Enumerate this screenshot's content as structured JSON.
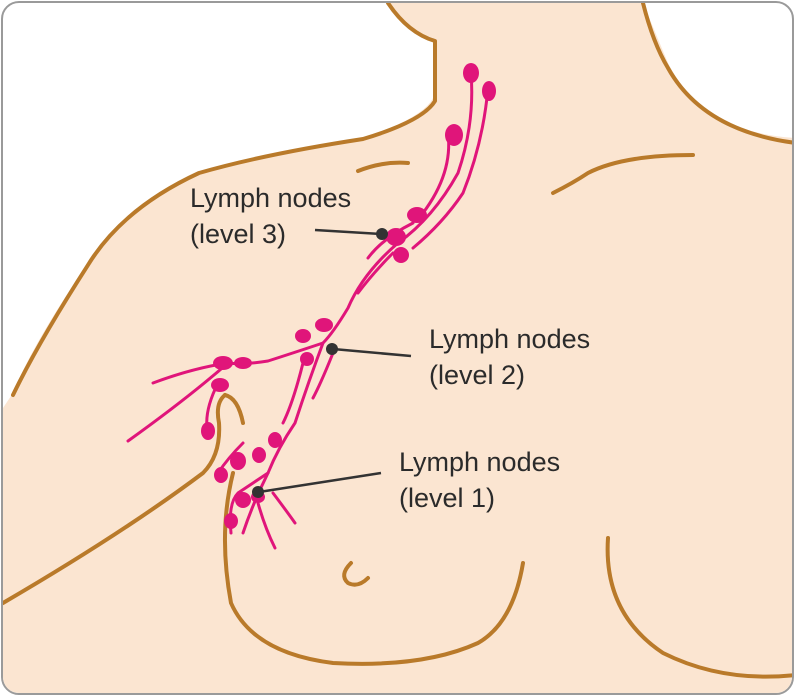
{
  "labels": {
    "level3": {
      "line1": "Lymph nodes",
      "line2": "(level 3)"
    },
    "level2": {
      "line1": "Lymph nodes",
      "line2": "(level 2)"
    },
    "level1": {
      "line1": "Lymph nodes",
      "line2": "(level 1)"
    }
  },
  "colors": {
    "skin": "#fbe5d1",
    "outline": "#b97a2a",
    "lymph": "#e0157a",
    "leader": "#333333"
  }
}
